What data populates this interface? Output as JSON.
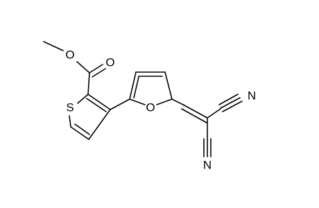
{
  "molecule": {
    "atoms": {
      "o_ester": "O",
      "o_carbonyl": "O",
      "s_thiophene": "S",
      "o_furan": "O",
      "n_upper": "N",
      "n_lower": "N"
    }
  },
  "colors": {
    "bond": "#000000",
    "label": "#000000",
    "background": "#ffffff"
  }
}
